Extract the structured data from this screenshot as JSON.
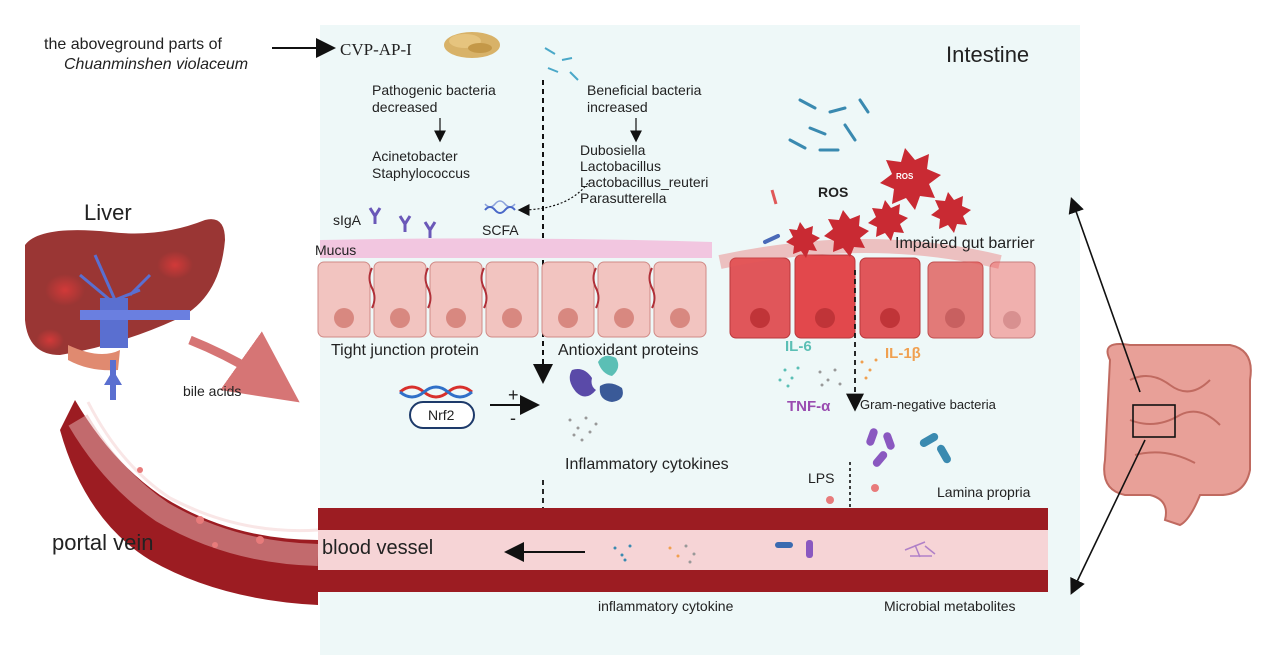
{
  "source": {
    "line1": "the aboveground parts of",
    "line2": "Chuanminshen violaceum",
    "compound": "CVP-AP-I"
  },
  "intestine_label": "Intestine",
  "pathogenic": {
    "heading1": "Pathogenic bacteria",
    "heading2": "decreased",
    "items": [
      "Acinetobacter",
      "Staphylococcus"
    ]
  },
  "beneficial": {
    "heading1": "Beneficial bacteria",
    "heading2": "increased",
    "items": [
      "Dubosiella",
      "Lactobacillus",
      "Lactobacillus_reuteri",
      "Parasutterella"
    ]
  },
  "labels": {
    "liver": "Liver",
    "portal_vein": "portal vein",
    "bile_acids": "bile acids",
    "siga": "sIgA",
    "scfa": "SCFA",
    "mucus": "Mucus",
    "ros": "ROS",
    "ros_small": "ROS",
    "impaired": "Impaired gut barrier",
    "tight_junction": "Tight junction protein",
    "antioxidant": "Antioxidant proteins",
    "nrf2": "Nrf2",
    "plus": "+",
    "minus": "-",
    "il6": "IL-6",
    "il1b": "IL-1β",
    "tnfa": "TNF-α",
    "gram_negative": "Gram-negative bacteria",
    "inflammatory_cytokines": "Inflammatory cytokines",
    "lps": "LPS",
    "lamina_propria": "Lamina propria",
    "blood_vessel": "blood vessel",
    "inflammatory_cytokine": "inflammatory cytokine",
    "microbial_metabolites": "Microbial metabolites"
  },
  "colors": {
    "panel": "#eef8f8",
    "mucus": "#f2c6e0",
    "cell_healthy": "#f2c4c0",
    "cell_damaged": "#e0565a",
    "vessel": "#9c1c22",
    "vessel_inner": "#f6d4d6",
    "liver": "#9a3634",
    "ros": "#c92a33",
    "il6": "#5bbfb5",
    "il1b": "#f0a050",
    "tnfa": "#9a4cb0"
  }
}
